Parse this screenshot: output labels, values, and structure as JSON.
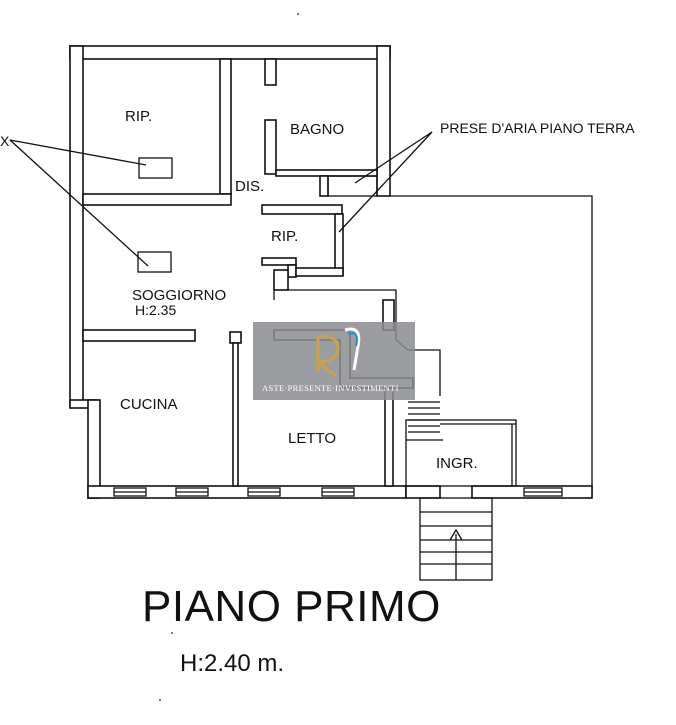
{
  "rooms": {
    "rip_top": "RIP.",
    "bagno": "BAGNO",
    "dis": "DIS.",
    "rip_small": "RIP.",
    "soggiorno": "SOGGIORNO",
    "soggiorno_height": "H:2.35",
    "cucina": "CUCINA",
    "letto": "LETTO",
    "ingresso": "INGR."
  },
  "annotations": {
    "air_intake": "PRESE D'ARIA PIANO TERRA",
    "left_marker": "X"
  },
  "watermark": {
    "text": "ASTE·PRESENTE·INVESTIMENTI",
    "colors": {
      "gray": "#8a8c90",
      "gold": "#c9a24a",
      "blue": "#1f8fd0"
    }
  },
  "footer": {
    "title": "PIANO PRIMO",
    "height": "H:2.40 m."
  }
}
